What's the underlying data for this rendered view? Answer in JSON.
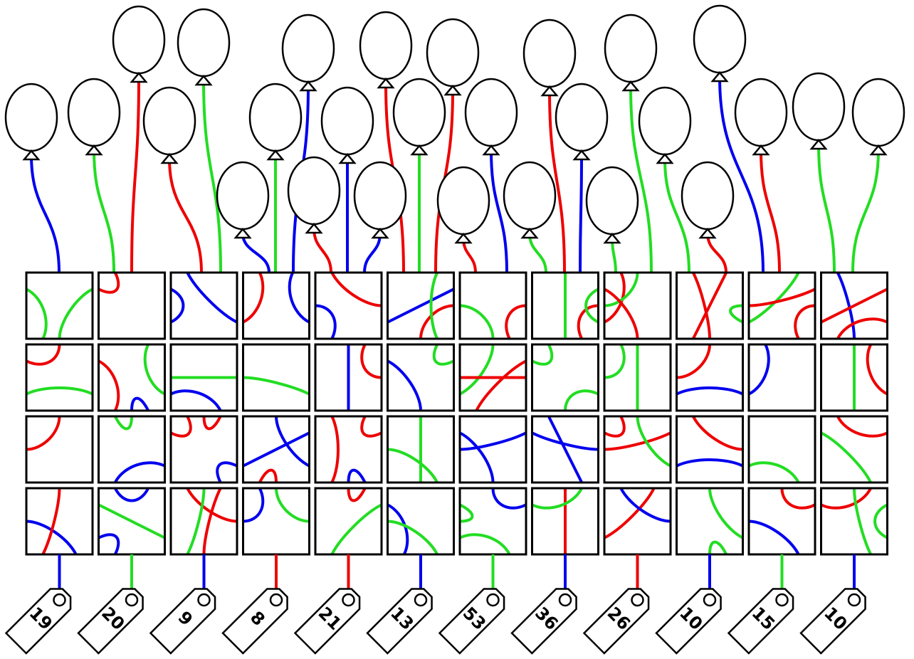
{
  "colors": {
    "red": "#ee0000",
    "green": "#22dd22",
    "blue": "#0000ee",
    "outline": "#000000",
    "background": "#ffffff"
  },
  "balloons": [
    {
      "id": "b1",
      "icon": "balloon-icon",
      "color": "blue"
    },
    {
      "id": "b2",
      "icon": "balloon-icon",
      "color": "green"
    },
    {
      "id": "b3",
      "icon": "balloon-icon",
      "color": "red"
    },
    {
      "id": "b4",
      "icon": "balloon-icon",
      "color": "red"
    },
    {
      "id": "b5",
      "icon": "balloon-icon",
      "color": "green"
    },
    {
      "id": "b6",
      "icon": "balloon-icon",
      "color": "blue"
    },
    {
      "id": "b7",
      "icon": "balloon-icon",
      "color": "green"
    },
    {
      "id": "b8",
      "icon": "balloon-icon",
      "color": "blue"
    },
    {
      "id": "b9",
      "icon": "balloon-icon",
      "color": "red"
    },
    {
      "id": "b10",
      "icon": "balloon-icon",
      "color": "blue"
    },
    {
      "id": "b11",
      "icon": "balloon-icon",
      "color": "red"
    },
    {
      "id": "b12",
      "icon": "balloon-icon",
      "color": "blue"
    },
    {
      "id": "b13",
      "icon": "balloon-icon",
      "color": "green"
    },
    {
      "id": "b14",
      "icon": "balloon-icon",
      "color": "red"
    },
    {
      "id": "b15",
      "icon": "balloon-icon",
      "color": "red"
    },
    {
      "id": "b16",
      "icon": "balloon-icon",
      "color": "blue"
    },
    {
      "id": "b17",
      "icon": "balloon-icon",
      "color": "green"
    },
    {
      "id": "b18",
      "icon": "balloon-icon",
      "color": "red"
    },
    {
      "id": "b19",
      "icon": "balloon-icon",
      "color": "blue"
    },
    {
      "id": "b20",
      "icon": "balloon-icon",
      "color": "green"
    },
    {
      "id": "b21",
      "icon": "balloon-icon",
      "color": "green"
    },
    {
      "id": "b22",
      "icon": "balloon-icon",
      "color": "green"
    },
    {
      "id": "b23",
      "icon": "balloon-icon",
      "color": "red"
    },
    {
      "id": "b24",
      "icon": "balloon-icon",
      "color": "blue"
    },
    {
      "id": "b25",
      "icon": "balloon-icon",
      "color": "red"
    },
    {
      "id": "b26",
      "icon": "balloon-icon",
      "color": "green"
    },
    {
      "id": "b27",
      "icon": "balloon-icon",
      "color": "green"
    },
    {
      "id": "b28",
      "icon": "balloon-icon",
      "color": "red"
    }
  ],
  "grid": {
    "rows": 4,
    "cols": 12
  },
  "tags": [
    {
      "label": "19",
      "color": "blue"
    },
    {
      "label": "20",
      "color": "green"
    },
    {
      "label": "9",
      "color": "blue"
    },
    {
      "label": "8",
      "color": "red"
    },
    {
      "label": "21",
      "color": "red"
    },
    {
      "label": "13",
      "color": "blue"
    },
    {
      "label": "53",
      "color": "green"
    },
    {
      "label": "36",
      "color": "blue"
    },
    {
      "label": "26",
      "color": "red"
    },
    {
      "label": "10",
      "color": "blue"
    },
    {
      "label": "15",
      "color": "green"
    },
    {
      "label": "10",
      "color": "blue"
    }
  ]
}
